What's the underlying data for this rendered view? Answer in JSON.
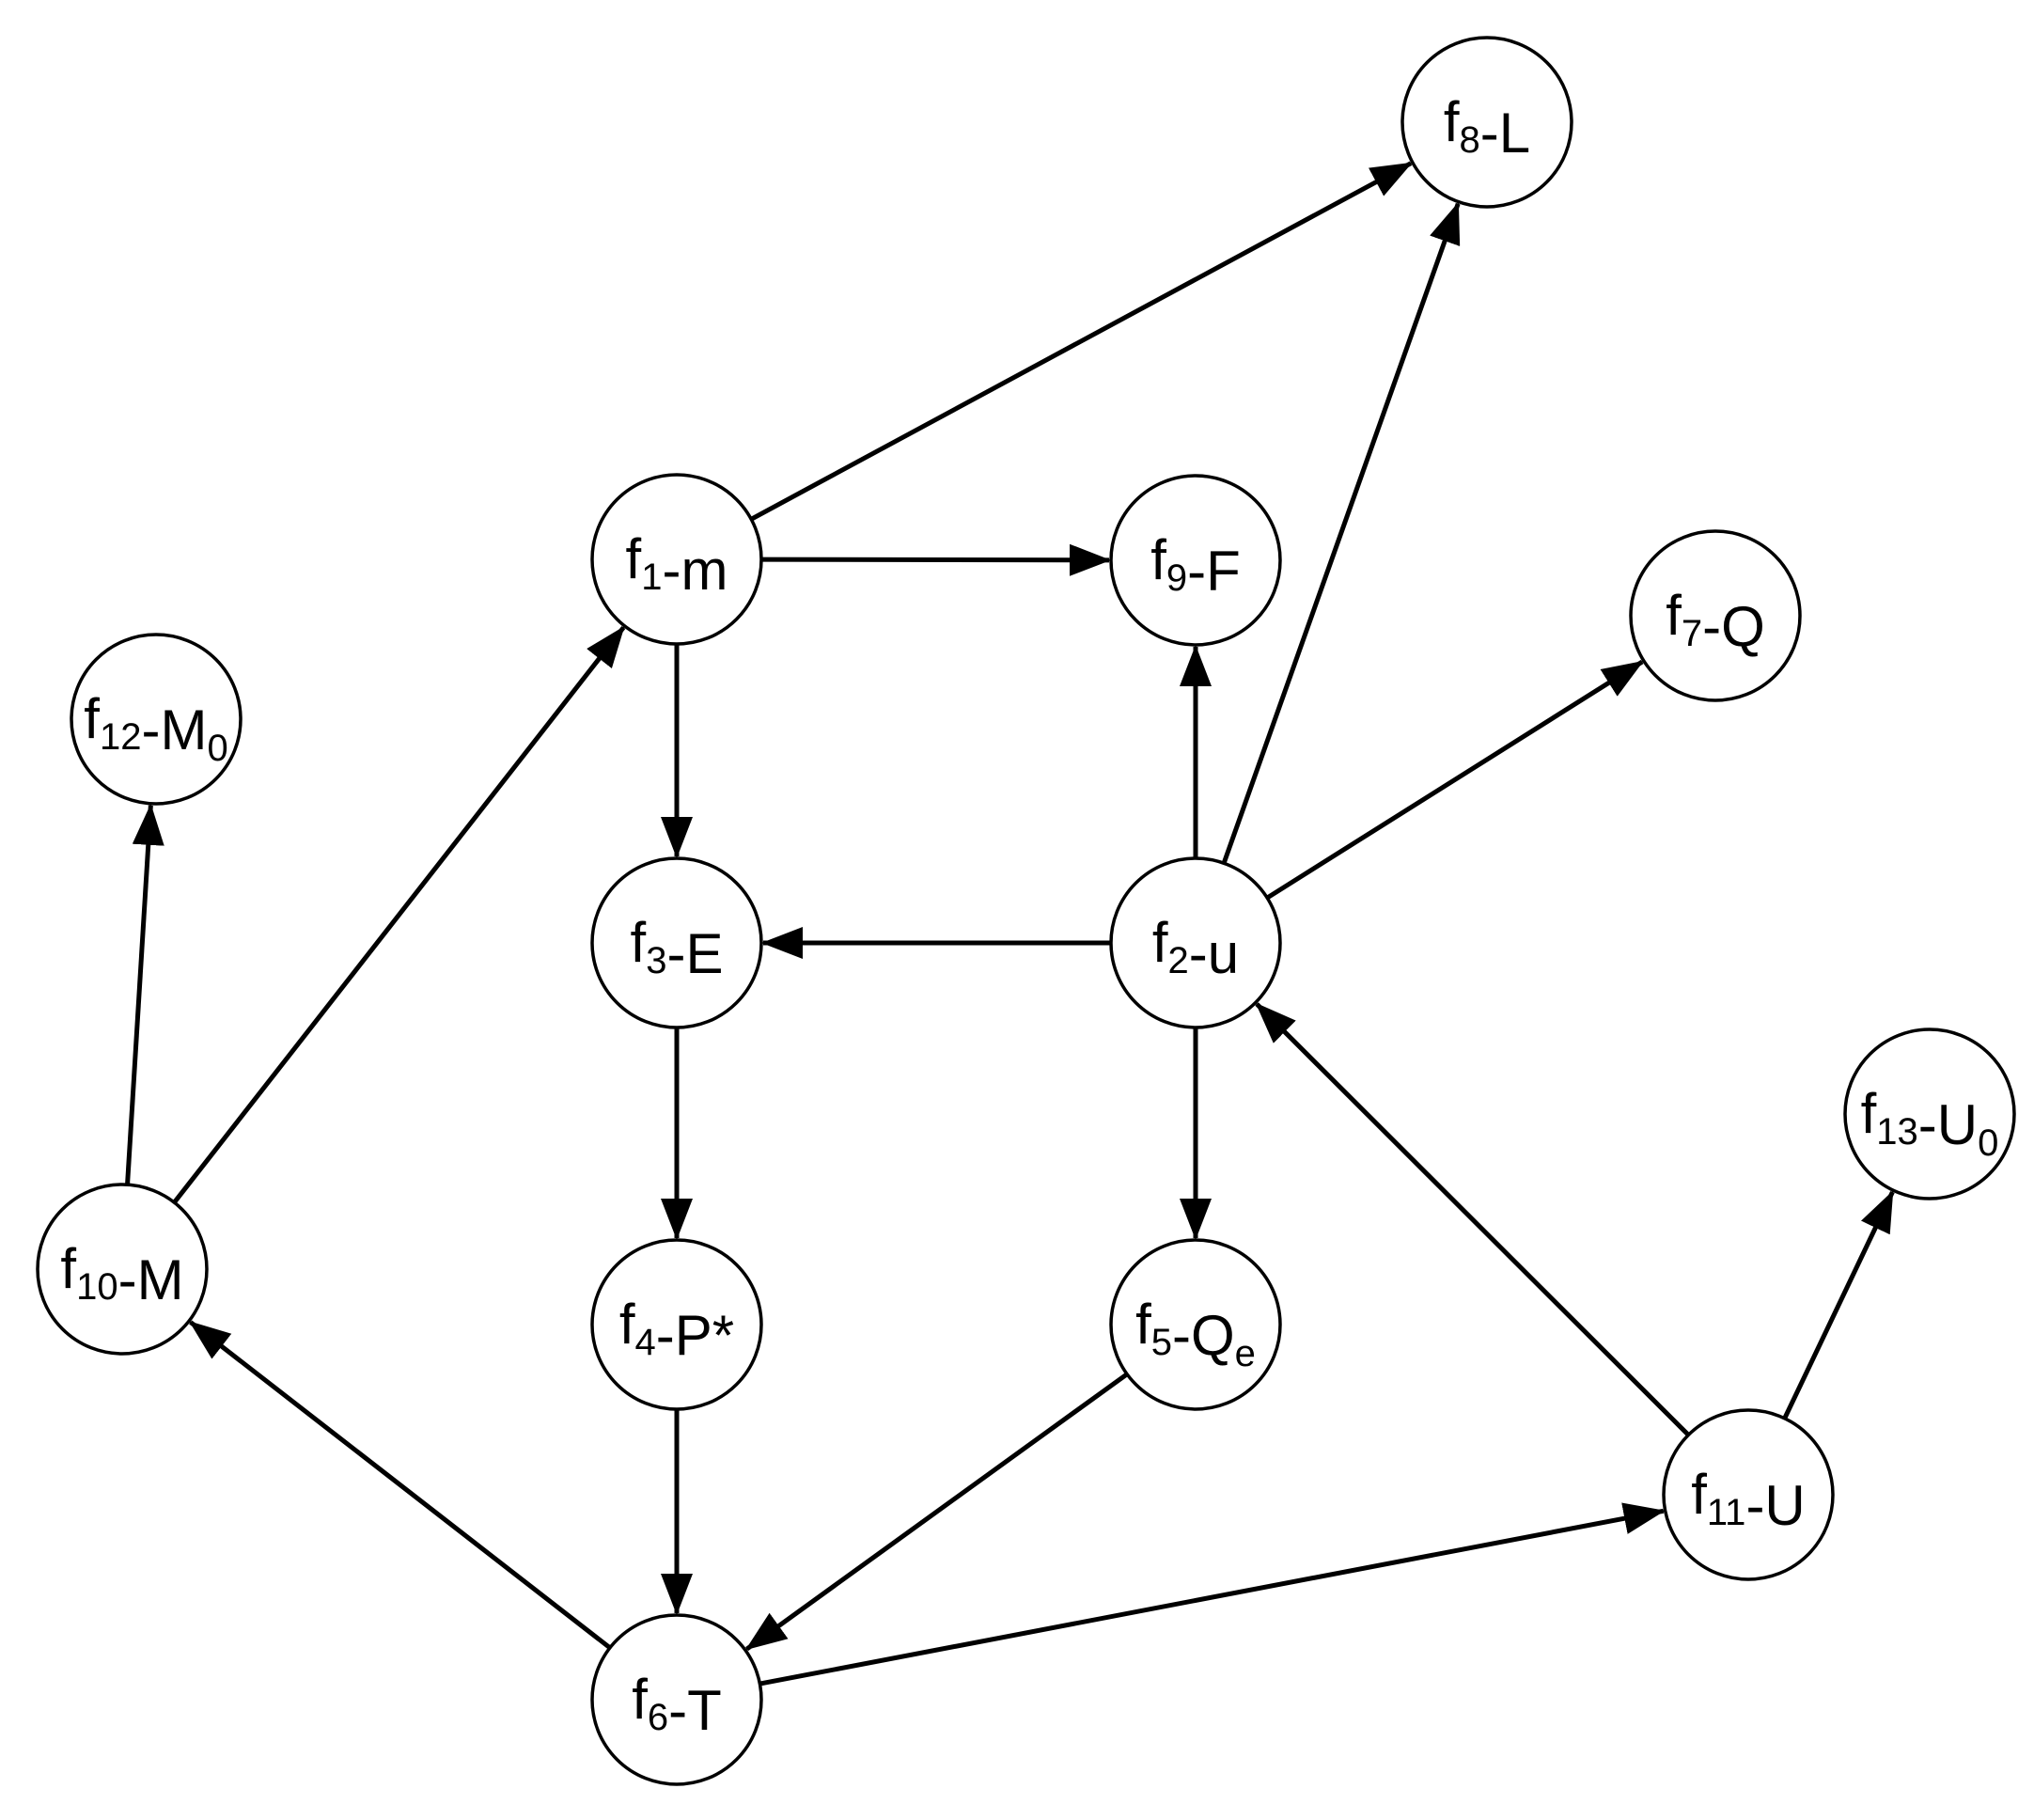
{
  "diagram": {
    "nodes": [
      {
        "id": "f1",
        "name": "f",
        "index": "1",
        "sep": "-",
        "symbol": "m",
        "symbol_sub": ""
      },
      {
        "id": "f2",
        "name": "f",
        "index": "2",
        "sep": "-",
        "symbol": "u",
        "symbol_sub": ""
      },
      {
        "id": "f3",
        "name": "f",
        "index": "3",
        "sep": "-",
        "symbol": "E",
        "symbol_sub": ""
      },
      {
        "id": "f4",
        "name": "f",
        "index": "4",
        "sep": "-",
        "symbol": "P*",
        "symbol_sub": ""
      },
      {
        "id": "f5",
        "name": "f",
        "index": "5",
        "sep": "-",
        "symbol": "Q",
        "symbol_sub": "e"
      },
      {
        "id": "f6",
        "name": "f",
        "index": "6",
        "sep": "-",
        "symbol": "T",
        "symbol_sub": ""
      },
      {
        "id": "f7",
        "name": "f",
        "index": "7",
        "sep": "-",
        "symbol": "Q",
        "symbol_sub": ""
      },
      {
        "id": "f8",
        "name": "f",
        "index": "8",
        "sep": "-",
        "symbol": "L",
        "symbol_sub": ""
      },
      {
        "id": "f9",
        "name": "f",
        "index": "9",
        "sep": "-",
        "symbol": "F",
        "symbol_sub": ""
      },
      {
        "id": "f10",
        "name": "f",
        "index": "10",
        "sep": "-",
        "symbol": "M",
        "symbol_sub": ""
      },
      {
        "id": "f11",
        "name": "f",
        "index": "11",
        "sep": "-",
        "symbol": "U",
        "symbol_sub": ""
      },
      {
        "id": "f12",
        "name": "f",
        "index": "12",
        "sep": "-",
        "symbol": "M",
        "symbol_sub": "0"
      },
      {
        "id": "f13",
        "name": "f",
        "index": "13",
        "sep": "-",
        "symbol": "U",
        "symbol_sub": "0"
      }
    ],
    "edges": [
      {
        "from": "f1",
        "to": "f8"
      },
      {
        "from": "f1",
        "to": "f9"
      },
      {
        "from": "f1",
        "to": "f3"
      },
      {
        "from": "f2",
        "to": "f9"
      },
      {
        "from": "f2",
        "to": "f8"
      },
      {
        "from": "f2",
        "to": "f7"
      },
      {
        "from": "f2",
        "to": "f3"
      },
      {
        "from": "f2",
        "to": "f5"
      },
      {
        "from": "f3",
        "to": "f4"
      },
      {
        "from": "f4",
        "to": "f6"
      },
      {
        "from": "f5",
        "to": "f6"
      },
      {
        "from": "f6",
        "to": "f10"
      },
      {
        "from": "f6",
        "to": "f11"
      },
      {
        "from": "f10",
        "to": "f12"
      },
      {
        "from": "f10",
        "to": "f1"
      },
      {
        "from": "f11",
        "to": "f2"
      },
      {
        "from": "f11",
        "to": "f13"
      }
    ]
  }
}
